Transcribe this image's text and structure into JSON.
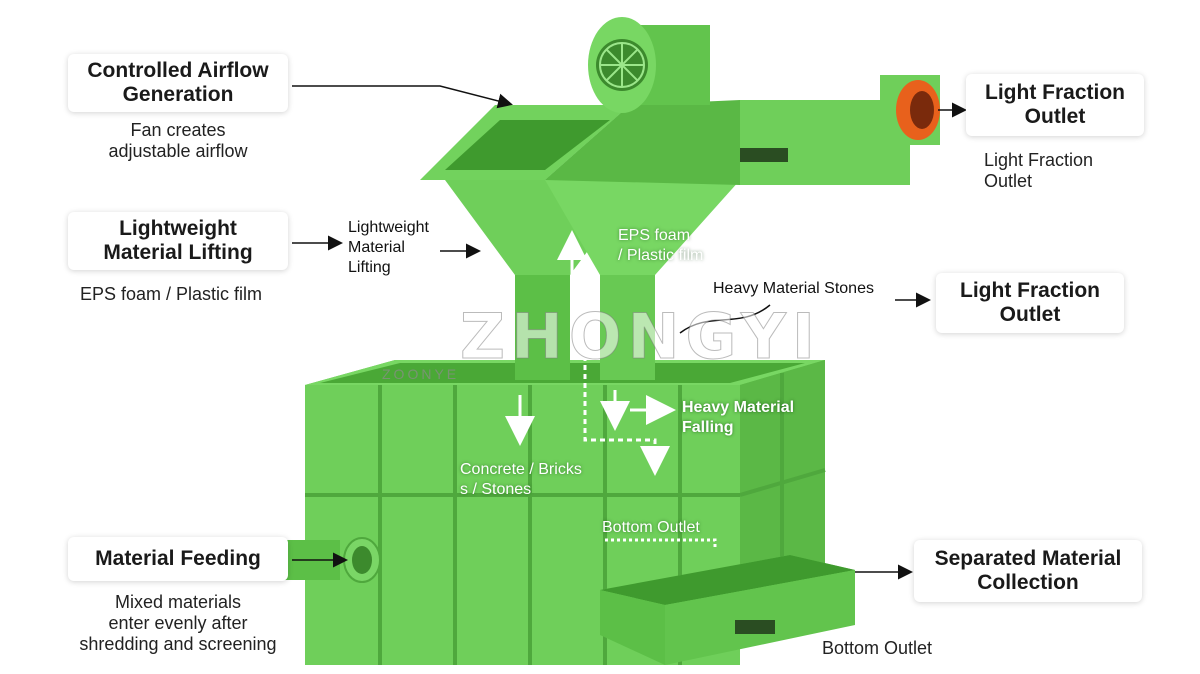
{
  "colors": {
    "machine_green": "#6fcf5a",
    "machine_dark": "#4fa83d",
    "outlet_orange": "#e8611c",
    "arrow": "#111111"
  },
  "callouts": {
    "airflow": {
      "title": "Controlled Airflow\nGeneration",
      "desc": "Fan creates\nadjustable airflow"
    },
    "lifting": {
      "title": "Lightweight\nMaterial Lifting",
      "desc": "EPS foam / Plastic film"
    },
    "feeding": {
      "title": "Material Feeding",
      "desc": "Mixed materials\nenter evenly after\nshredding and screening"
    },
    "light_outlet_1": {
      "title": "Light Fraction\nOutlet",
      "desc": "Light Fraction\nOutlet"
    },
    "light_outlet_2": {
      "title": "Light Fraction\nOutlet"
    },
    "collection": {
      "title": "Separated Material\nCollection",
      "desc": "Bottom Outlet"
    }
  },
  "machine_labels": {
    "lifting": "Lightweight\nMaterial\nLifting",
    "eps": "EPS foam\n/ Plastic film",
    "heavy_stones": "Heavy Material Stones",
    "heavy_falling": "Heavy Material\nFalling",
    "concrete": "Concrete / Bricks\ns / Stones",
    "bottom_outlet": "Bottom Outlet"
  },
  "watermark": {
    "brand": "ZHONGYI",
    "small": "ZOONYE"
  },
  "icons": [
    "fan-icon",
    "arrow-icon"
  ]
}
